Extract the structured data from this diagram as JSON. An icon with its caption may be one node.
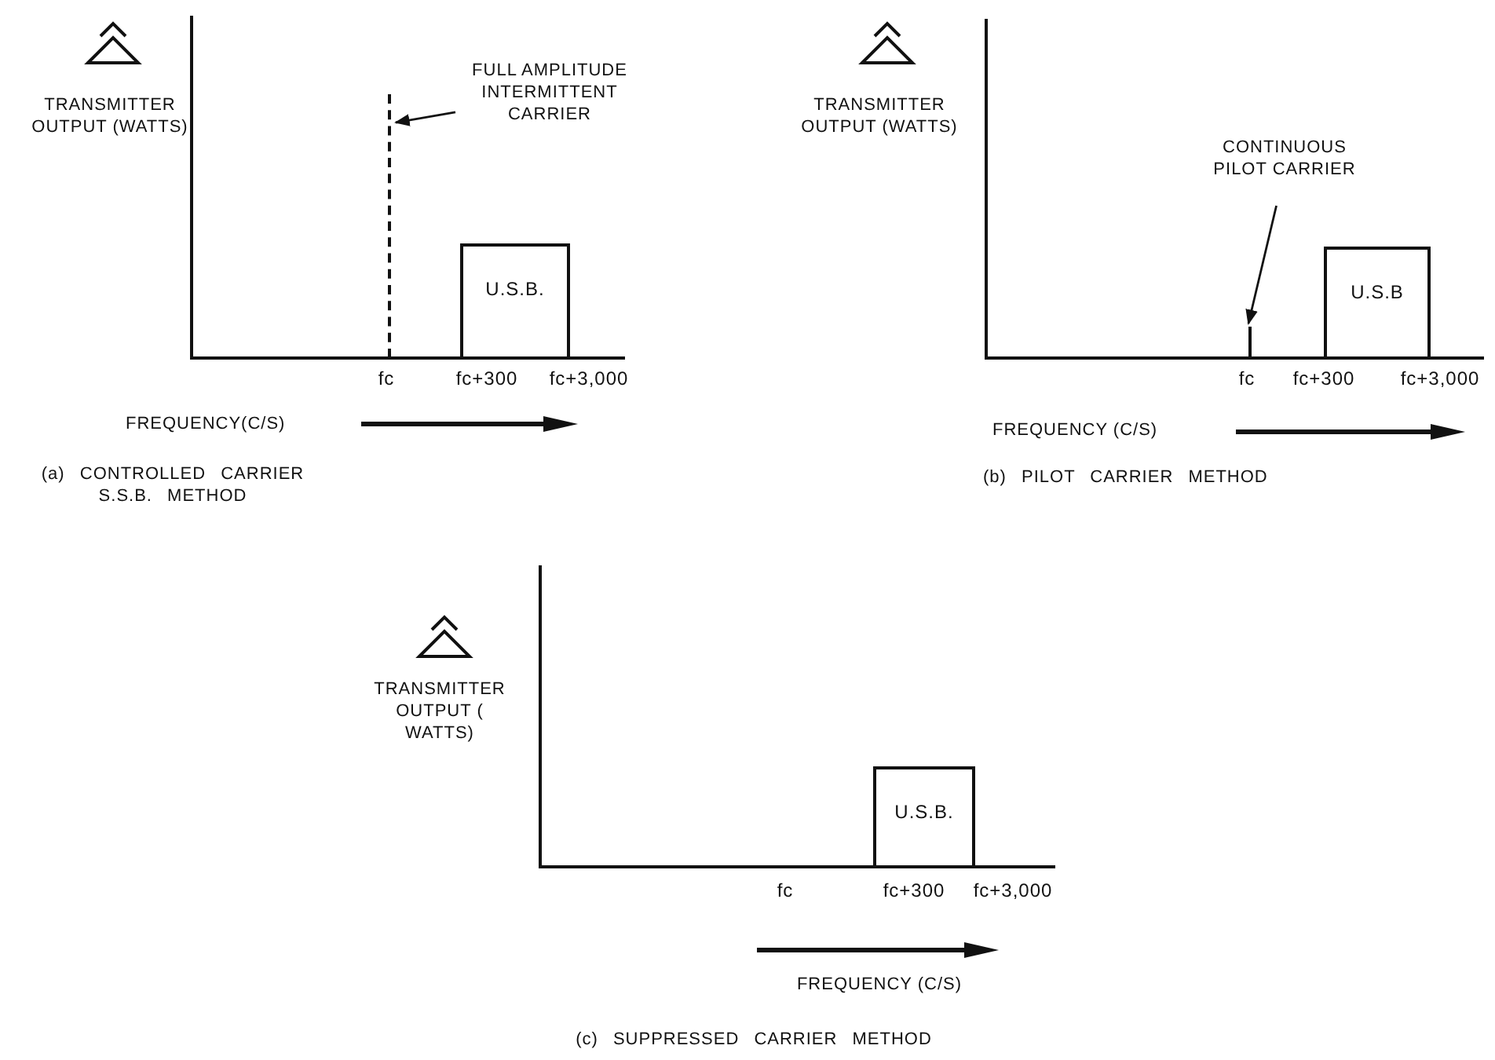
{
  "diagram": {
    "nodes": [
      {
        "text": [
          "U.S.B."
        ]
      },
      {
        "text": [
          "FULL AMPLITUDE INTERMITTENT CARRIER"
        ]
      },
      {
        "text": [],
        "shape": "bar"
      },
      {
        "text": [
          "U.S.B"
        ]
      },
      {
        "text": [
          "CONTINUOUS PILOT CARRIER"
        ]
      },
      {
        "text": [],
        "shape": "bar"
      },
      {
        "text": [
          "U.S.B."
        ]
      }
    ],
    "edges": [
      {
        "from": 1,
        "to": 2,
        "arrow": "to"
      },
      {
        "from": 4,
        "to": 5,
        "arrow": "to"
      }
    ],
    "labels": [
      "TRANSMITTER OUTPUT (WATTS)",
      "fc",
      "fc+300",
      "fc+3,000",
      "FREQUENCY(C/S)",
      "(a) CONTROLLED CARRIER S.S.B. METHOD",
      "TRANSMITTER OUTPUT (WATTS)",
      "fc",
      "fc+300",
      "fc+3,000",
      "FREQUENCY (C/S)",
      "(b) PILOT CARRIER METHOD",
      "TRANSMITTER OUTPUT ( WATTS)",
      "fc",
      "fc+300",
      "fc+3,000",
      "FREQUENCY (C/S)",
      "(c) SUPPRESSED CARRIER METHOD"
    ]
  }
}
